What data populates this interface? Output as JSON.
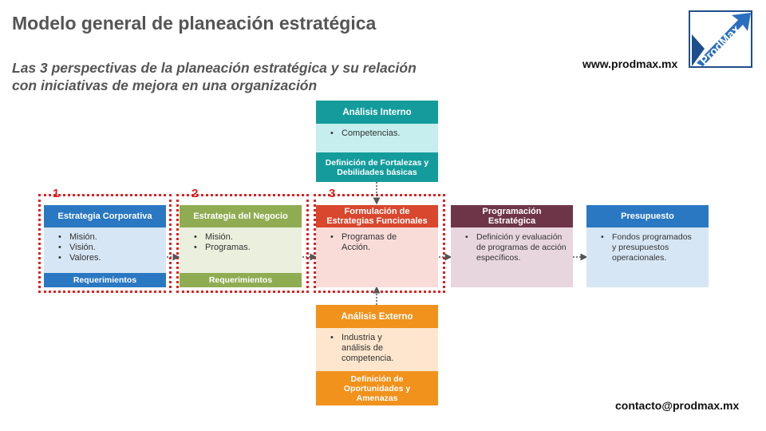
{
  "header": {
    "title": "Modelo general de planeación estratégica",
    "subtitle_line1": "Las 3 perspectivas de la planeación estratégica y su relación",
    "subtitle_line2": "con iniciativas de mejora en una organización",
    "website": "www.prodmax.mx",
    "contact": "contacto@prodmax.mx",
    "logo_text": "ProdMax"
  },
  "numbers": [
    "1",
    "2",
    "3"
  ],
  "boxes": {
    "corporativa": {
      "title": "Estrategia Corporativa",
      "items": [
        "Misión.",
        "Visión.",
        "Valores."
      ],
      "footer": "Requerimientos"
    },
    "negocio": {
      "title": "Estrategia del Negocio",
      "items": [
        "Misión.",
        "Programas."
      ],
      "footer": "Requerimientos"
    },
    "funcionales": {
      "title_line1": "Formulación de",
      "title_line2": "Estrategias Funcionales",
      "items": [
        "Programas de Acción."
      ]
    },
    "programacion": {
      "title_line1": "Programación",
      "title_line2": "Estratégica",
      "items": [
        "Definición y evaluación de programas de acción específicos."
      ]
    },
    "presupuesto": {
      "title": "Presupuesto",
      "items": [
        "Fondos programados y presupuestos operacionales."
      ]
    },
    "interno": {
      "title": "Análisis Interno",
      "items": [
        "Competencias."
      ],
      "footer_line1": "Definición de Fortalezas y",
      "footer_line2": "Debilidades básicas"
    },
    "externo": {
      "title": "Análisis Externo",
      "items": [
        "Industria y análisis de competencia."
      ],
      "footer_line1": "Definición de",
      "footer_line2": "Oportunidades y",
      "footer_line3": "Amenazas"
    }
  },
  "colors": {
    "blue": "#2a78c2",
    "blue_light": "#d6e6f5",
    "green": "#8fac52",
    "green_light": "#eaf0dd",
    "red": "#d9472e",
    "red_light": "#f9dcd8",
    "purple": "#6e3548",
    "purple_light": "#e8d6de",
    "teal": "#149c9c",
    "teal_light": "#c6eeee",
    "orange": "#f0921c",
    "orange_light": "#fde6cd",
    "dotted": "#e02020"
  }
}
